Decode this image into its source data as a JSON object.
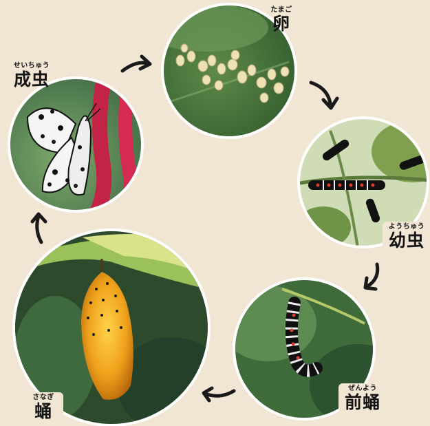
{
  "stages": [
    {
      "id": "egg",
      "ruby": "たまご",
      "label": "卵"
    },
    {
      "id": "larva",
      "ruby": "ようちゅう",
      "label": "幼虫"
    },
    {
      "id": "prepupa",
      "ruby": "ぜんよう",
      "label": "前蛹"
    },
    {
      "id": "pupa",
      "ruby": "さなぎ",
      "label": "蛹"
    },
    {
      "id": "adult",
      "ruby": "せいちゅう",
      "label": "成虫"
    }
  ],
  "colors": {
    "background": "#f1e6d4",
    "ring": "#ffffff",
    "arrow": "#1a1a1a"
  }
}
